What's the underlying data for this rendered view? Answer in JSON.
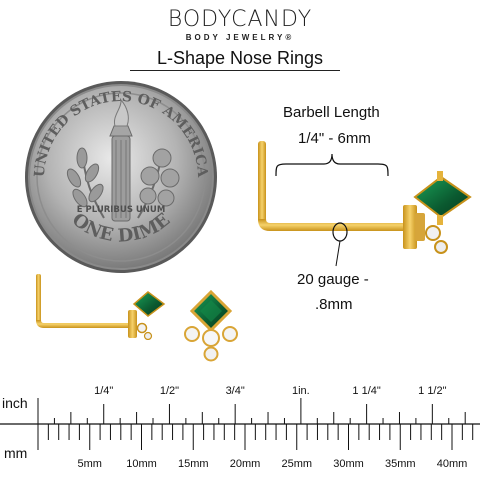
{
  "header": {
    "brand": "BODYCANDY",
    "brand_sub": "BODY JEWELRY®",
    "title": "L-Shape Nose Rings"
  },
  "coin": {
    "top_text": "UNITED STATES OF AMERICA",
    "motto": "E PLURIBUS UNUM",
    "denomination": "ONE DIME"
  },
  "annotations": {
    "barbell_length_label": "Barbell Length",
    "barbell_length_value": "1/4\" - 6mm",
    "gauge_line1": "20 gauge -",
    "gauge_line2": ".8mm"
  },
  "ruler": {
    "inch_label": "inch",
    "mm_label": "mm",
    "inch_marks": [
      "1/4\"",
      "1/2\"",
      "3/4\"",
      "1in.",
      "1 1/4\"",
      "1 1/2\""
    ],
    "mm_marks": [
      "5mm",
      "10mm",
      "15mm",
      "20mm",
      "25mm",
      "30mm",
      "35mm",
      "40mm"
    ]
  },
  "colors": {
    "gold": "#e8b93a",
    "emerald": "#0f6b3a",
    "silver": "#b9b9b9"
  }
}
